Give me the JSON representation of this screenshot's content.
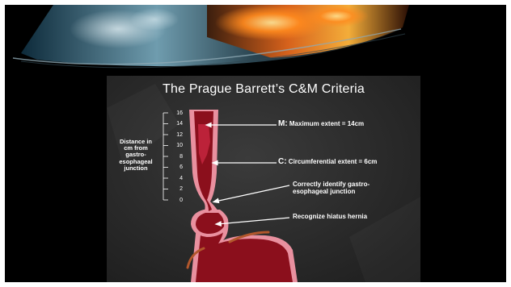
{
  "slide": {
    "title": "The Prague Barrett’s C&M Criteria"
  },
  "axis": {
    "label_lines": [
      "Distance in",
      "cm from",
      "gastro-",
      "esophageal",
      "junction"
    ],
    "ticks": [
      "16",
      "14",
      "12",
      "10",
      "8",
      "6",
      "4",
      "2",
      "0"
    ]
  },
  "annotations": {
    "maximum": {
      "key": "M:",
      "text": " Maximum extent = 14cm"
    },
    "circumferential": {
      "key": "C:",
      "text": " Circumferential extent = 6cm"
    },
    "junction": {
      "lines": [
        "Correctly identify gastro-",
        "esophageal junction"
      ]
    },
    "hernia": {
      "text": "Recognize hiatus hernia"
    }
  },
  "colors": {
    "background": "#000000",
    "slide": "#2c2c2c",
    "esophagus_outer": "#e9909f",
    "mucosa": "#8b0f1c",
    "barrett_segment": "#b01a30",
    "arrow": "#ffffff"
  }
}
